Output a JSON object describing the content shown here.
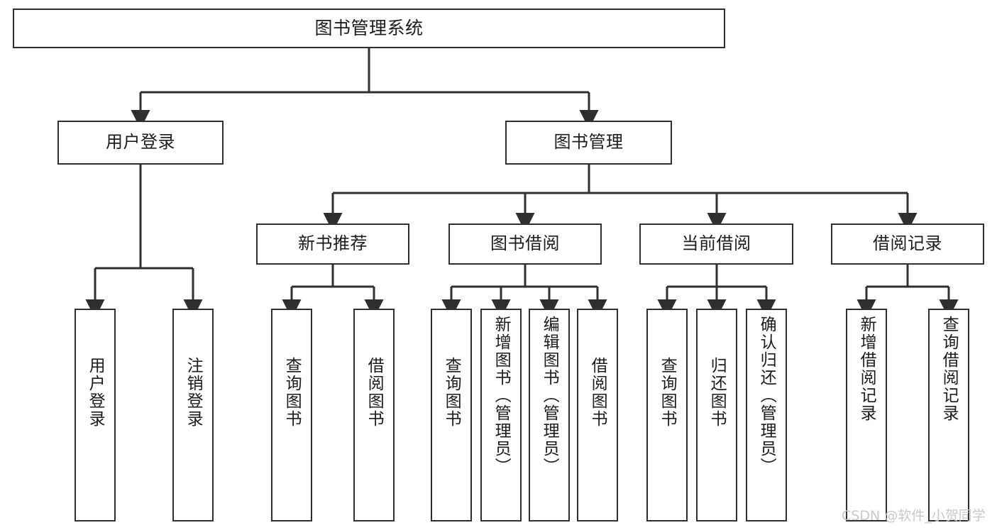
{
  "diagram": {
    "title": "图书管理系统",
    "type": "function-structure-tree",
    "colors": {
      "stroke": "#2f2f2f",
      "fill": "#ffffff",
      "text": "#1b1b1b",
      "watermark": "#c9c9c9"
    },
    "nodes": {
      "root": {
        "label": "图书管理系统"
      },
      "level2": [
        {
          "id": "user-login",
          "label": "用户登录"
        },
        {
          "id": "book-manage",
          "label": "图书管理"
        }
      ],
      "level3": [
        {
          "id": "new-book-recommend",
          "label": "新书推荐"
        },
        {
          "id": "book-borrow",
          "label": "图书借阅"
        },
        {
          "id": "current-borrow",
          "label": "当前借阅"
        },
        {
          "id": "borrow-record",
          "label": "借阅记录"
        }
      ],
      "leaves": {
        "user-login": [
          {
            "id": "leaf-user-login",
            "label": "用户登录"
          },
          {
            "id": "leaf-logout-login",
            "label": "注销登录"
          }
        ],
        "new-book-recommend": [
          {
            "id": "leaf-query-book-1",
            "label": "查询图书"
          },
          {
            "id": "leaf-borrow-book-1",
            "label": "借阅图书"
          }
        ],
        "book-borrow": [
          {
            "id": "leaf-query-book-2",
            "label": "查询图书"
          },
          {
            "id": "leaf-add-book",
            "label": "新增图书（管理员）"
          },
          {
            "id": "leaf-edit-book",
            "label": "编辑图书（管理员）"
          },
          {
            "id": "leaf-borrow-book-2",
            "label": "借阅图书"
          }
        ],
        "current-borrow": [
          {
            "id": "leaf-query-book-3",
            "label": "查询图书"
          },
          {
            "id": "leaf-return-book",
            "label": "归还图书"
          },
          {
            "id": "leaf-confirm-return",
            "label": "确认归还（管理员）"
          }
        ],
        "borrow-record": [
          {
            "id": "leaf-add-record",
            "label": "新增借阅记录"
          },
          {
            "id": "leaf-query-record",
            "label": "查询借阅记录"
          }
        ]
      }
    },
    "watermark": "CSDN @软件_小贺同学"
  }
}
